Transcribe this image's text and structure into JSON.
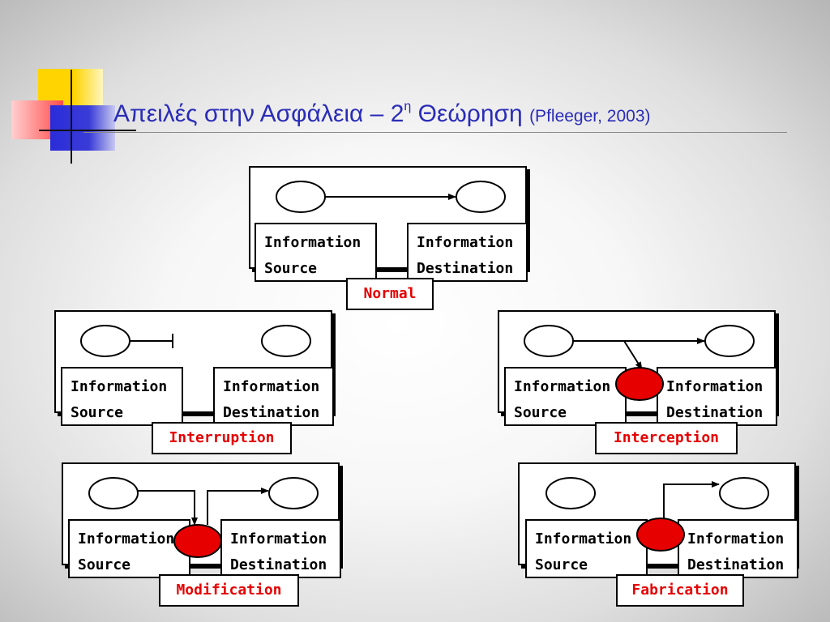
{
  "header": {
    "title_main": "Απειλές στην Ασφάλεια – 2",
    "title_sup": "η",
    "title_end": " Θεώρηση",
    "citation": "(Pfleeger, 2003)"
  },
  "diagrams": [
    {
      "label": "Normal",
      "source_line1": "Information",
      "source_line2": "Source",
      "dest_line1": "Information",
      "dest_line2": "Destination"
    },
    {
      "label": "Interruption",
      "source_line1": "Information",
      "source_line2": "Source",
      "dest_line1": "Information",
      "dest_line2": "Destination"
    },
    {
      "label": "Interception",
      "source_line1": "Information",
      "source_line2": "Source",
      "dest_line1": "Information",
      "dest_line2": "Destination"
    },
    {
      "label": "Modification",
      "source_line1": "Information",
      "source_line2": "Source",
      "dest_line1": "Information",
      "dest_line2": "Destination"
    },
    {
      "label": "Fabrication",
      "source_line1": "Information",
      "source_line2": "Source",
      "dest_line1": "Information",
      "dest_line2": "Destination"
    }
  ],
  "colors": {
    "title": "#2a2cb8",
    "threat_label": "#e60000",
    "attacker": "#e60000"
  }
}
